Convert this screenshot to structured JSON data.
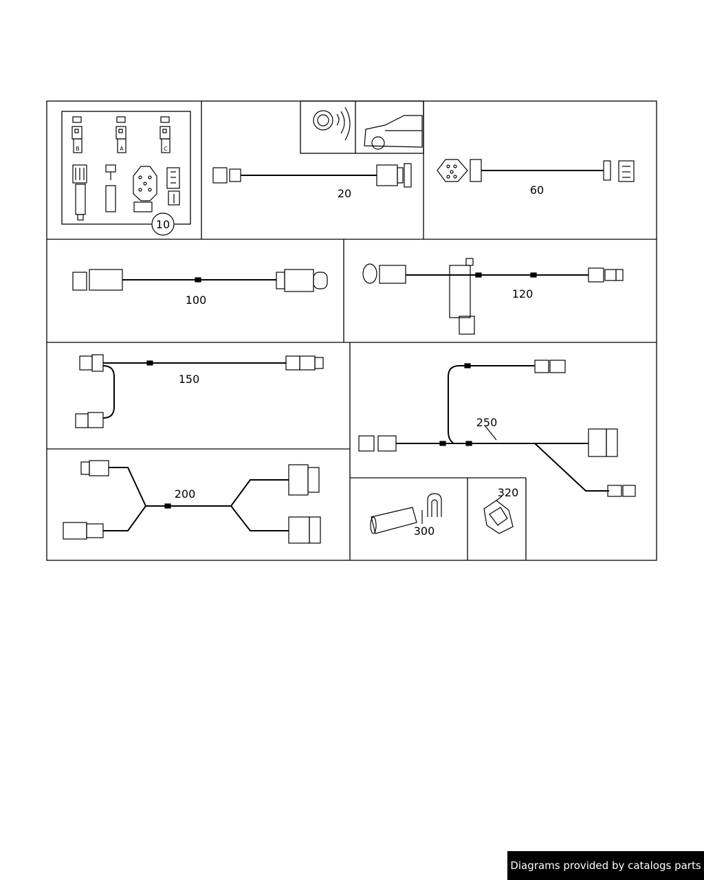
{
  "diagram": {
    "callouts": {
      "c10": "10",
      "c20": "20",
      "c60": "60",
      "c100": "100",
      "c120": "120",
      "c150": "150",
      "c200": "200",
      "c250": "250",
      "c300": "300",
      "c320": "320"
    },
    "connector_letters": {
      "b": "B",
      "a": "A",
      "c": "C"
    }
  },
  "footer": {
    "credit": "Diagrams provided by catalogs parts"
  },
  "colors": {
    "line": "#000000",
    "background": "#ffffff",
    "footer_bg": "#000000",
    "footer_text": "#ffffff"
  }
}
